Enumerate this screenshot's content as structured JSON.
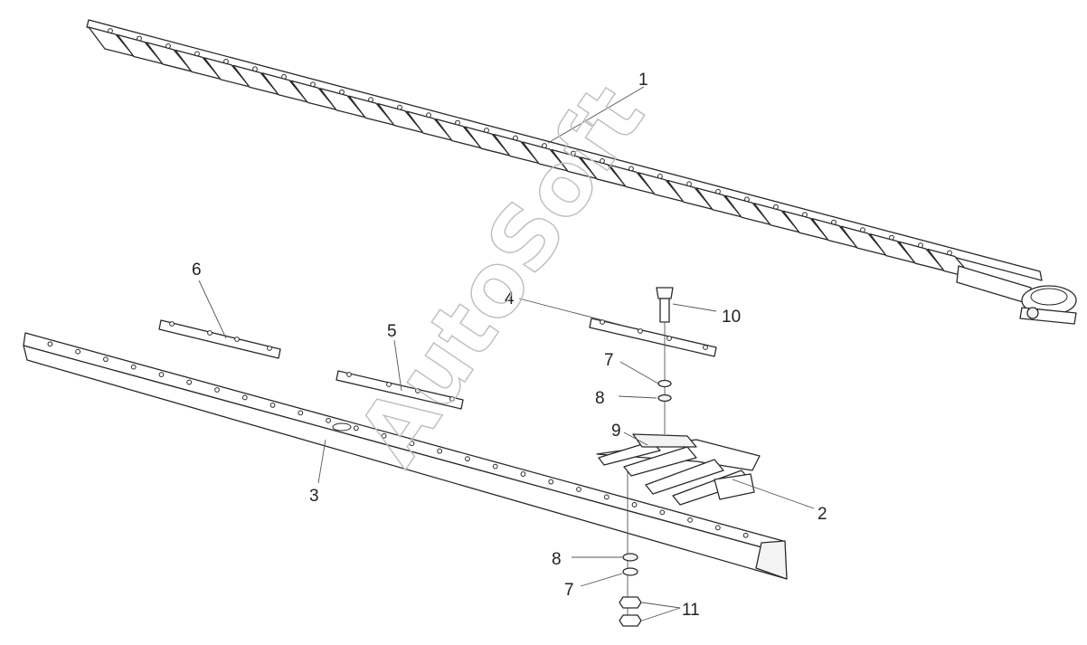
{
  "watermark": "AutoSoft",
  "callouts": [
    {
      "id": "1",
      "label": "1"
    },
    {
      "id": "2",
      "label": "2"
    },
    {
      "id": "3",
      "label": "3"
    },
    {
      "id": "4",
      "label": "4"
    },
    {
      "id": "5",
      "label": "5"
    },
    {
      "id": "6",
      "label": "6"
    },
    {
      "id": "7a",
      "label": "7"
    },
    {
      "id": "7b",
      "label": "7"
    },
    {
      "id": "8a",
      "label": "8"
    },
    {
      "id": "8b",
      "label": "8"
    },
    {
      "id": "9",
      "label": "9"
    },
    {
      "id": "10",
      "label": "10"
    },
    {
      "id": "11",
      "label": "11"
    }
  ],
  "colors": {
    "line": "#2a2a2a",
    "leader": "#555555",
    "watermark": "#bdbdbd"
  }
}
